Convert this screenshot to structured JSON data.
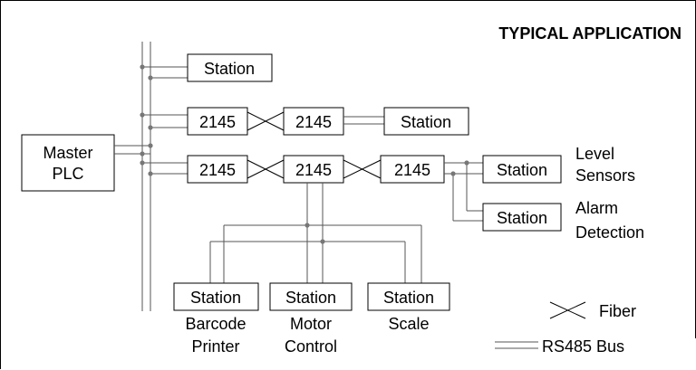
{
  "title": "TYPICAL APPLICATION",
  "master": {
    "line1": "Master",
    "line2": "PLC"
  },
  "converter_label": "2145",
  "station_label": "Station",
  "device_labels": {
    "level_sensors": {
      "line1": "Level",
      "line2": "Sensors"
    },
    "alarm_detection": {
      "line1": "Alarm",
      "line2": "Detection"
    },
    "barcode_printer": {
      "line1": "Barcode",
      "line2": "Printer"
    },
    "motor_control": {
      "line1": "Motor",
      "line2": "Control"
    },
    "scale": {
      "line1": "Scale"
    }
  },
  "legend": {
    "fiber": "Fiber",
    "rs485": "RS485 Bus"
  },
  "colors": {
    "line": "#000000",
    "bus": "#555555",
    "junction": "#777777",
    "background": "#ffffff"
  }
}
